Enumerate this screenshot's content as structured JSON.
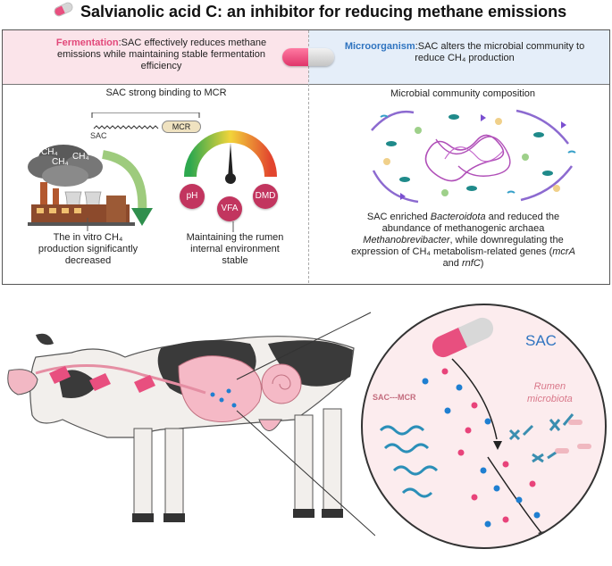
{
  "title": "Salvianolic acid C: an inhibitor for reducing methane emissions",
  "fermentation": {
    "label": "Fermentation",
    "text": ":SAC effectively reduces methane emissions while maintaining stable fermentation efficiency",
    "binding_title": "SAC strong binding to MCR",
    "sac_tag": "SAC",
    "mcr_tag": "MCR",
    "ch4_a": "CH₄",
    "ch4_b": "CH₄",
    "ch4_c": "CH₄",
    "production_caption": "The in vitro CH₄ production significantly decreased",
    "gauge_items": [
      "pH",
      "VFA",
      "DMD"
    ],
    "gauge_caption": "Maintaining the rumen internal environment stable"
  },
  "microorganism": {
    "label": "Microorganism",
    "text": ":SAC alters the microbial community to reduce  CH₄ production",
    "composition_title": "Microbial community composition",
    "summary_1": "SAC enriched ",
    "summary_bacteroidota": "Bacteroidota",
    "summary_2": " and reduced the abundance of methanogenic archaea ",
    "summary_methanobrevibacter": "Methanobrevibacter",
    "summary_3": ", while downregulating the expression of CH₄ metabolism-related genes (",
    "summary_mcrA": "mcrA",
    "summary_and": " and ",
    "summary_rnfC": "rnfC",
    "summary_end": ")"
  },
  "rumen_view": {
    "sac_label": "SAC",
    "sac_mcr_label": "SAC---MCR",
    "rumen_label_1": "Rumen",
    "rumen_label_2": "microbiota"
  },
  "colors": {
    "accent_pink": "#e2487a",
    "accent_blue": "#2f74c0",
    "band_pink": "#fbe4ea",
    "band_blue": "#e5eef9",
    "dot_blue": "#1f7fd1",
    "dot_pink": "#e8437a"
  }
}
